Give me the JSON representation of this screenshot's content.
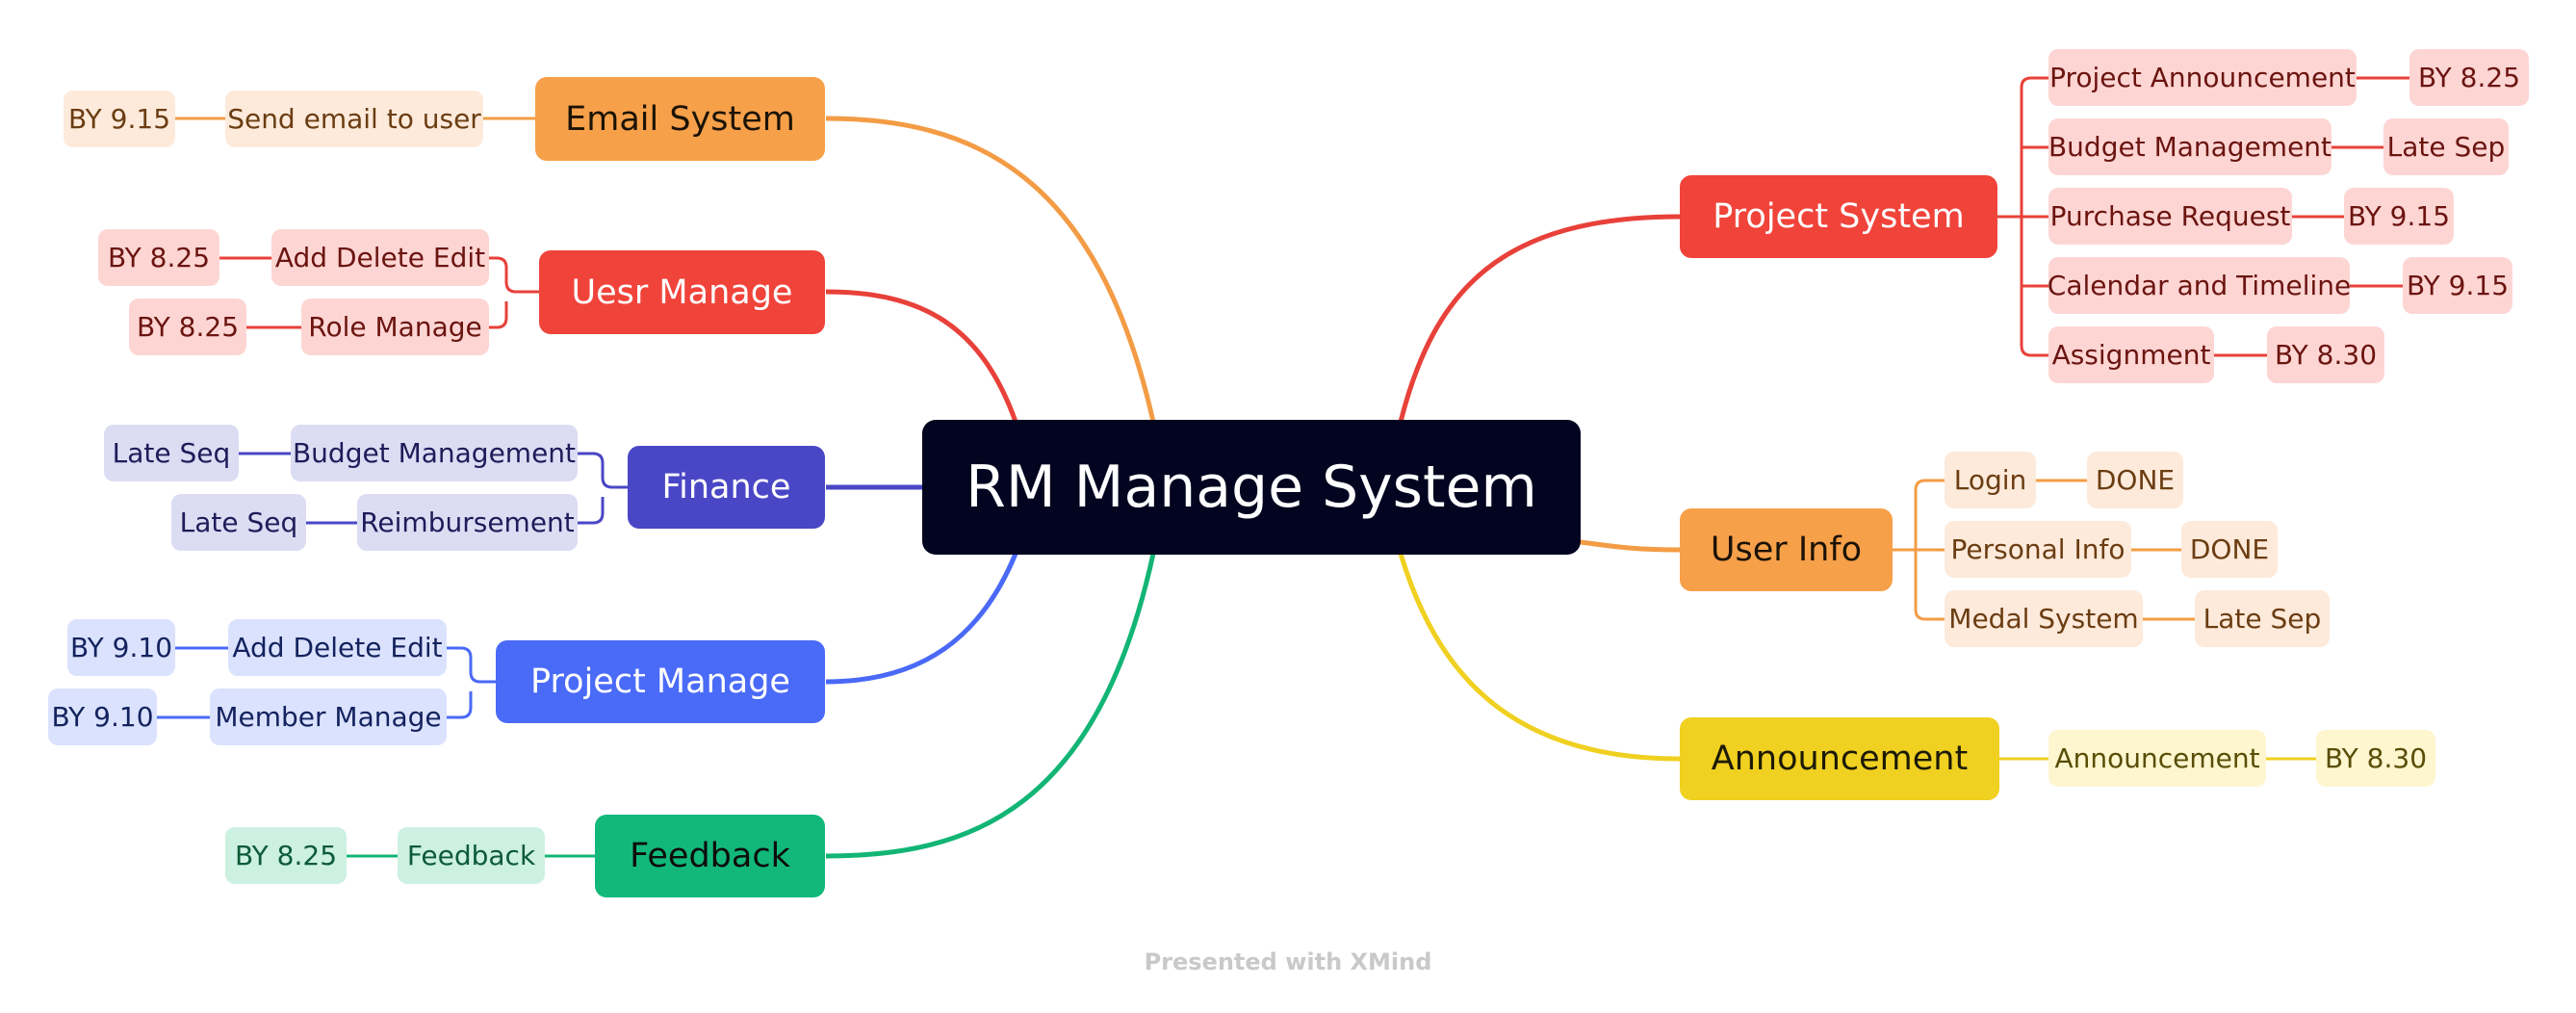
{
  "central": {
    "label": "RM Manage System"
  },
  "topics": {
    "email_system": {
      "label": "Email System",
      "children": [
        {
          "label": "Send email to user",
          "deadline": "BY 9.15"
        }
      ]
    },
    "user_manage": {
      "label": "Uesr Manage",
      "children": [
        {
          "label": "Add Delete Edit",
          "deadline": "BY 8.25"
        },
        {
          "label": "Role Manage",
          "deadline": "BY 8.25"
        }
      ]
    },
    "finance": {
      "label": "Finance",
      "children": [
        {
          "label": "Budget Management",
          "deadline": "Late Seq"
        },
        {
          "label": "Reimbursement",
          "deadline": "Late Seq"
        }
      ]
    },
    "project_manage": {
      "label": "Project Manage",
      "children": [
        {
          "label": "Add Delete Edit",
          "deadline": "BY 9.10"
        },
        {
          "label": "Member Manage",
          "deadline": "BY 9.10"
        }
      ]
    },
    "feedback": {
      "label": "Feedback",
      "children": [
        {
          "label": "Feedback",
          "deadline": "BY 8.25"
        }
      ]
    },
    "project_system": {
      "label": "Project System",
      "children": [
        {
          "label": "Project Announcement",
          "deadline": "BY 8.25"
        },
        {
          "label": "Budget Management",
          "deadline": "Late Sep"
        },
        {
          "label": "Purchase Request",
          "deadline": "BY 9.15"
        },
        {
          "label": "Calendar and Timeline",
          "deadline": "BY 9.15"
        },
        {
          "label": "Assignment",
          "deadline": "BY 8.30"
        }
      ]
    },
    "user_info": {
      "label": "User Info",
      "children": [
        {
          "label": "Login",
          "status": "DONE"
        },
        {
          "label": "Personal Info",
          "status": "DONE"
        },
        {
          "label": "Medal System",
          "status": "Late Sep"
        }
      ]
    },
    "announcement": {
      "label": "Announcement",
      "children": [
        {
          "label": "Announcement",
          "deadline": "BY 8.30"
        }
      ]
    }
  },
  "footer": "Presented with XMind"
}
